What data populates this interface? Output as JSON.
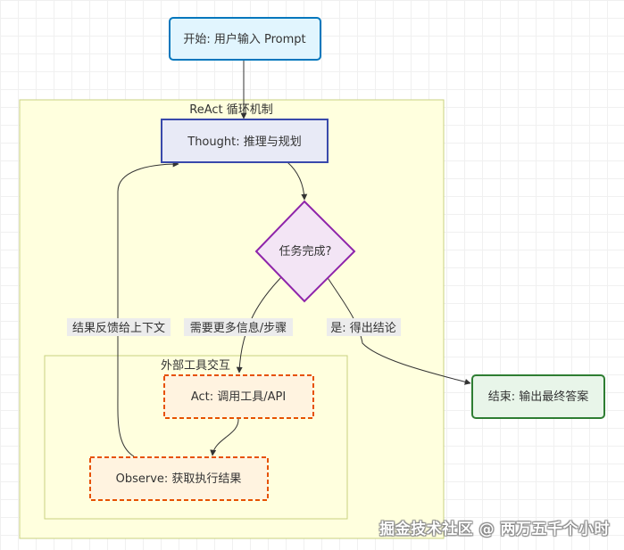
{
  "nodes": {
    "start": "开始: 用户输入 Prompt",
    "thought": "Thought: 推理与规划",
    "decision": "任务完成?",
    "act": "Act: 调用工具/API",
    "observe": "Observe: 获取执行结果",
    "end": "结束: 输出最终答案"
  },
  "groups": {
    "react_loop": "ReAct 循环机制",
    "external_tools": "外部工具交互"
  },
  "edges": {
    "need_more": "需要更多信息/步骤",
    "done": "是: 得出结论",
    "feedback": "结果反馈给上下文"
  },
  "watermark": "掘金技术社区 @ 两万五千个小时",
  "colors": {
    "start_fill": "#e1f5fe",
    "start_stroke": "#0277bd",
    "thought_fill": "#e8eaf6",
    "thought_stroke": "#3949ab",
    "decision_fill": "#f3e5f5",
    "decision_stroke": "#8e24aa",
    "tool_fill": "#fff3e0",
    "tool_stroke": "#e65100",
    "end_fill": "#e8f5e9",
    "end_stroke": "#2e7d32",
    "group_fill": "#ffffde",
    "group_stroke": "#c8d280"
  }
}
